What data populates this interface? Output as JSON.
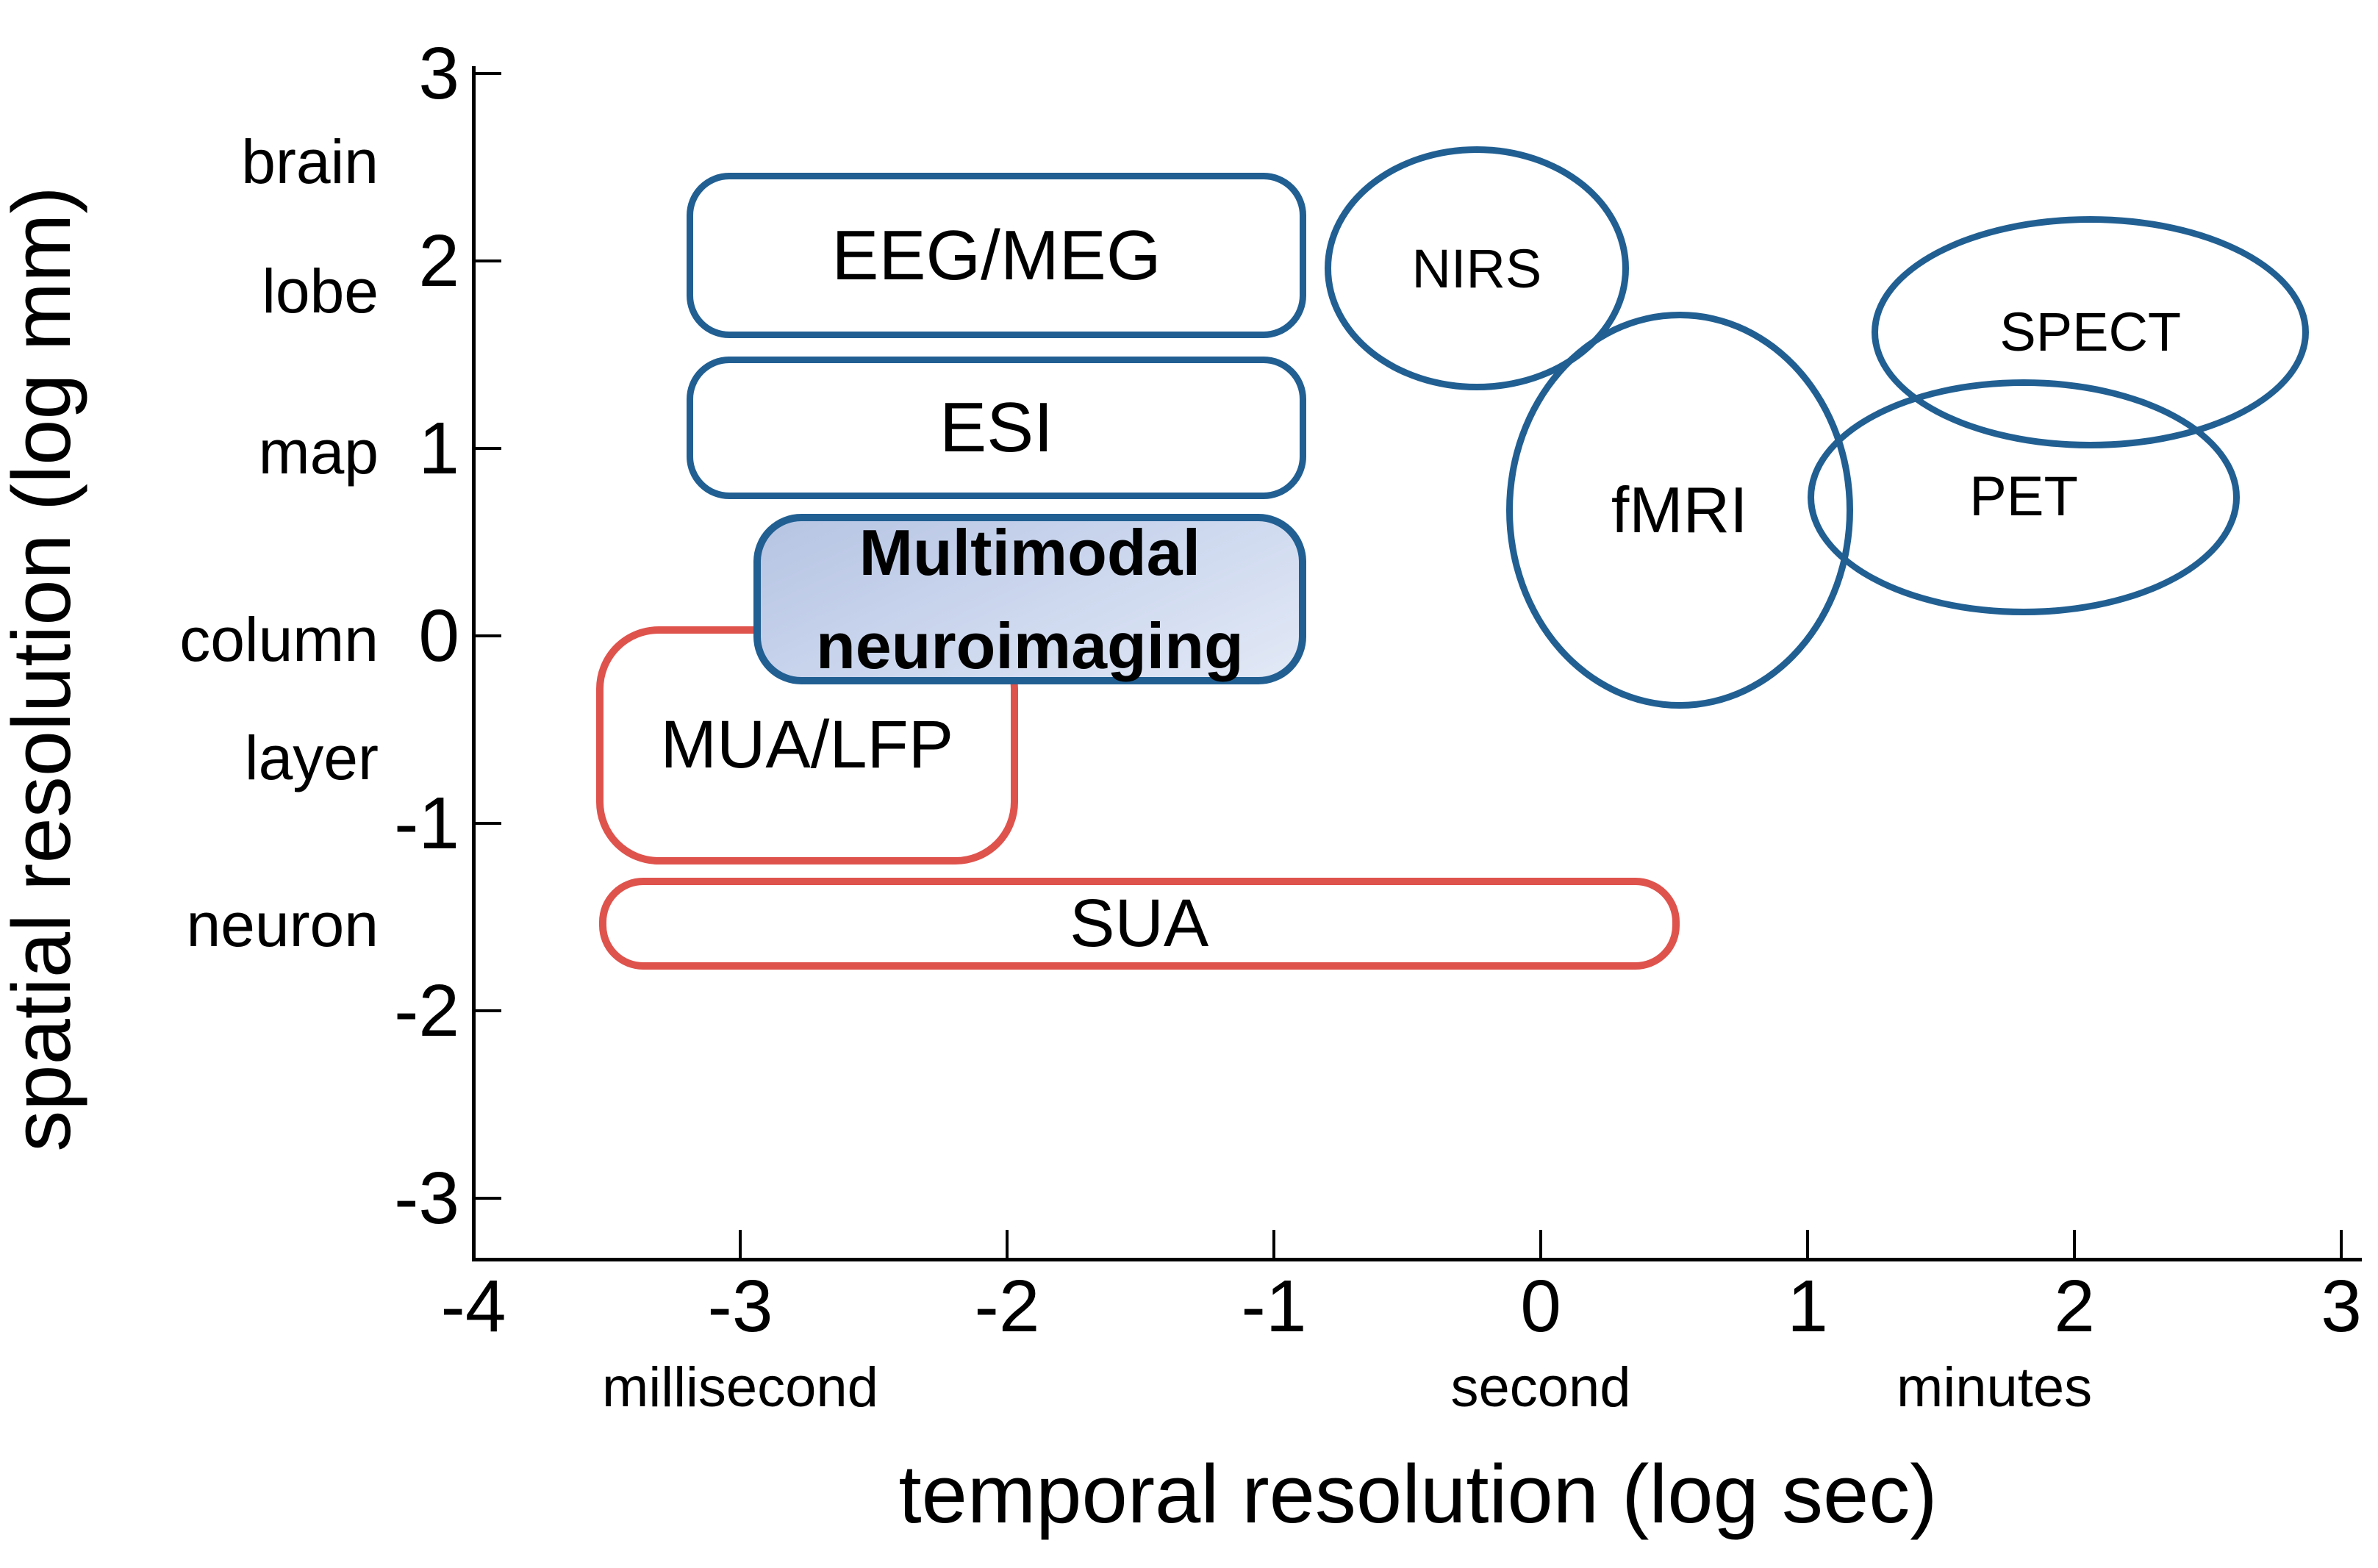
{
  "palette": {
    "blue_stroke": "#215f92",
    "red_stroke": "#df534d",
    "multimodal_fill_top": "#b6c4e3",
    "multimodal_fill_bottom": "#e2e9f6",
    "axis_color": "#000000",
    "background": "#ffffff"
  },
  "chart_data": {
    "type": "scatter",
    "subtype": "labeled-region-diagram",
    "title": "",
    "grid": false,
    "legend": "none",
    "x_axis": {
      "label": "temporal resolution (log sec)",
      "range": [
        -4,
        3
      ],
      "ticks": [
        -4,
        -3,
        -2,
        -1,
        0,
        1,
        2,
        3
      ],
      "unit_labels": [
        {
          "text": "millisecond",
          "x": -3
        },
        {
          "text": "second",
          "x": 0
        },
        {
          "text": "minutes",
          "x": 1.7
        }
      ]
    },
    "y_axis": {
      "label": "spatial resolution (log mm)",
      "range": [
        -3.4,
        3
      ],
      "ticks": [
        3,
        2,
        1,
        0,
        -1,
        -2,
        -3
      ],
      "category_labels": [
        {
          "text": "brain",
          "y": 2.53
        },
        {
          "text": "lobe",
          "y": 1.84
        },
        {
          "text": "map",
          "y": 0.98
        },
        {
          "text": "column",
          "y": -0.02
        },
        {
          "text": "layer",
          "y": -0.65
        },
        {
          "text": "neuron",
          "y": -1.54
        }
      ]
    },
    "regions": [
      {
        "id": "mua-lfp",
        "label": "MUA/LFP",
        "shape": "rounded-rect",
        "x": [
          -3.54,
          -1.96
        ],
        "y": [
          -1.22,
          0.05
        ],
        "color": "red",
        "fill": "none",
        "radius": 85,
        "stroke": 10,
        "font_px": 92,
        "bold": false
      },
      {
        "id": "sua",
        "label": "SUA",
        "shape": "rounded-rect",
        "x": [
          -3.53,
          0.52
        ],
        "y": [
          -1.78,
          -1.29
        ],
        "color": "red",
        "fill": "none",
        "radius": 60,
        "stroke": 10,
        "font_px": 92,
        "bold": false
      },
      {
        "id": "multimodal",
        "label": "Multimodal neuroimaging",
        "lines": [
          "Multimodal",
          "neuroimaging"
        ],
        "shape": "rounded-rect",
        "x": [
          -2.95,
          -0.88
        ],
        "y": [
          -0.26,
          0.65
        ],
        "color": "blue",
        "fill": "gradient",
        "radius": 65,
        "stroke": 10,
        "font_px": 88,
        "bold": true
      },
      {
        "id": "eeg-meg",
        "label": "EEG/MEG",
        "shape": "rounded-rect",
        "x": [
          -3.2,
          -0.88
        ],
        "y": [
          1.59,
          2.47
        ],
        "color": "blue",
        "fill": "none",
        "radius": 58,
        "stroke": 9,
        "font_px": 96,
        "bold": false
      },
      {
        "id": "esi",
        "label": "ESI",
        "shape": "rounded-rect",
        "x": [
          -3.2,
          -0.88
        ],
        "y": [
          0.73,
          1.49
        ],
        "color": "blue",
        "fill": "none",
        "radius": 58,
        "stroke": 9,
        "font_px": 96,
        "bold": false
      },
      {
        "id": "nirs",
        "label": "NIRS",
        "shape": "ellipse",
        "cx": -0.24,
        "cy": 1.96,
        "rx": 0.57,
        "ry": 0.65,
        "color": "blue",
        "fill": "none",
        "stroke": 9,
        "font_px": 74,
        "bold": false
      },
      {
        "id": "fmri",
        "label": "fMRI",
        "shape": "ellipse",
        "cx": 0.52,
        "cy": 0.67,
        "rx": 0.65,
        "ry": 1.06,
        "color": "blue",
        "fill": "none",
        "stroke": 9,
        "font_px": 88,
        "bold": false
      },
      {
        "id": "spect",
        "label": "SPECT",
        "shape": "ellipse",
        "cx": 2.06,
        "cy": 1.62,
        "rx": 0.82,
        "ry": 0.62,
        "color": "blue",
        "fill": "none",
        "stroke": 9,
        "font_px": 74,
        "bold": false
      },
      {
        "id": "pet",
        "label": "PET",
        "shape": "ellipse",
        "cx": 1.81,
        "cy": 0.74,
        "rx": 0.81,
        "ry": 0.63,
        "color": "blue",
        "fill": "none",
        "stroke": 9,
        "font_px": 76,
        "bold": false
      }
    ]
  }
}
